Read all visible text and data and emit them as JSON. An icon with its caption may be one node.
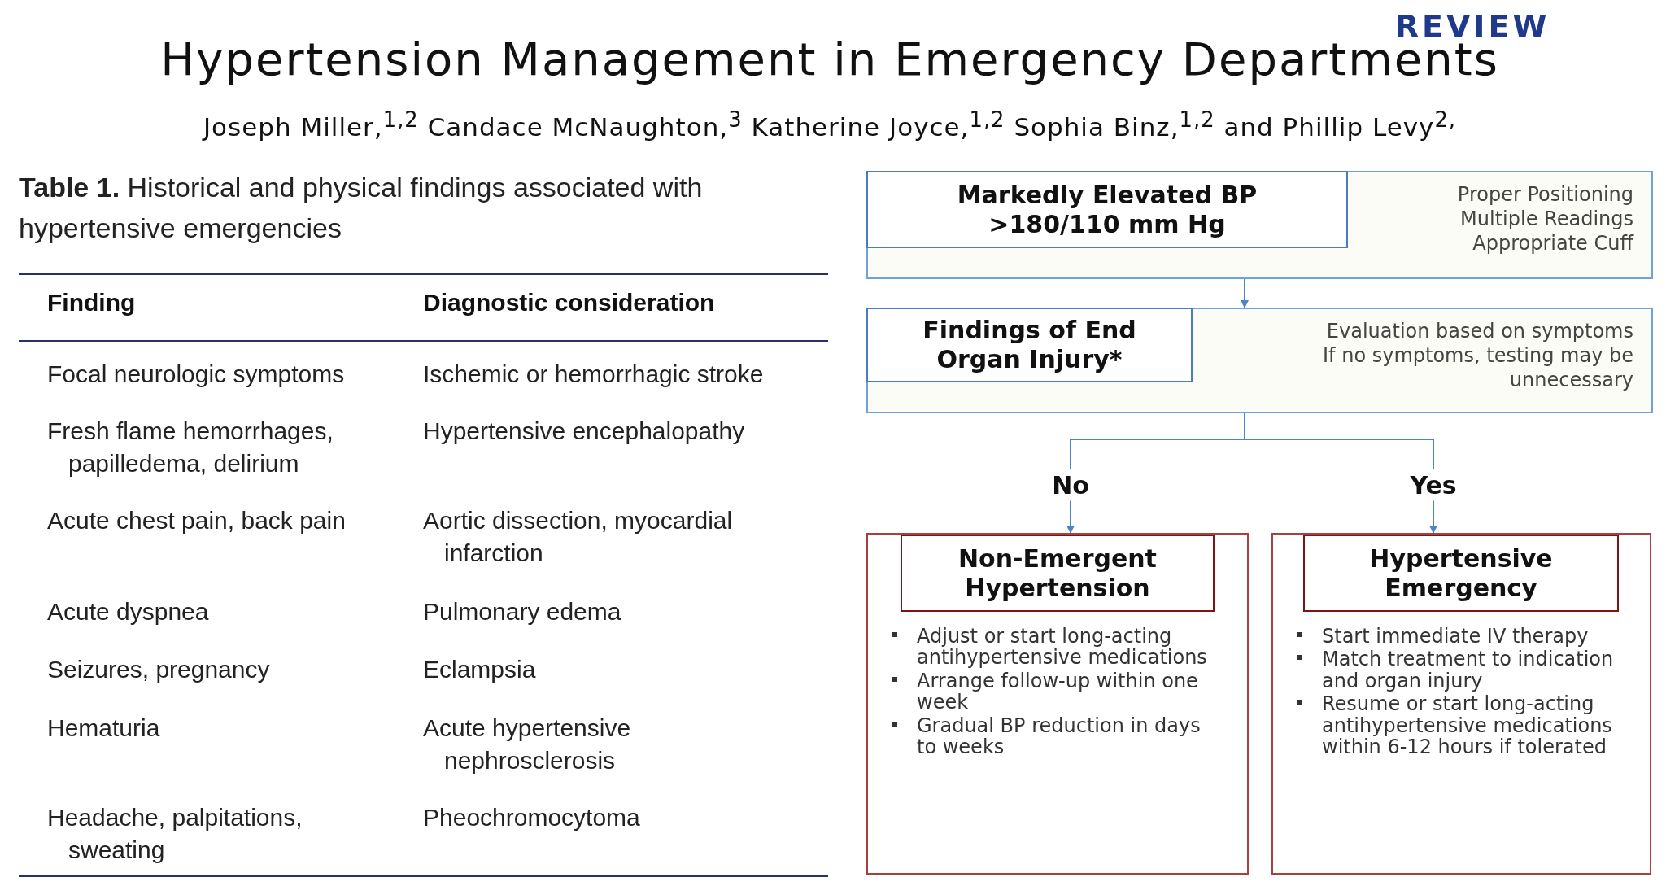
{
  "diagram": {
    "title": "Hypertension Management in Emergency Departments",
    "nodes": [
      {
        "text": [
          "Proper Positioning",
          "Multiple Readings",
          "Appropriate Cuff"
        ]
      },
      {
        "text": [
          "Markedly Elevated BP >180/110 mm Hg"
        ],
        "in": 0
      },
      {
        "text": [
          "Evaluation based on symptoms",
          "If no symptoms, testing may be unnecessary"
        ]
      },
      {
        "text": [
          "Findings of End Organ Injury*"
        ],
        "in": 2
      },
      {
        "text": [
          "Adjust or start long-acting antihypertensive medications",
          "Arrange follow-up within one week",
          "Gradual BP reduction in days to weeks"
        ]
      },
      {
        "text": [
          "Non-Emergent Hypertension"
        ],
        "in": 4
      },
      {
        "text": [
          "Start immediate IV therapy",
          "Match treatment to indication and organ injury",
          "Resume or start long-acting antihypertensive medications within 6-12 hours if tolerated"
        ]
      },
      {
        "text": [
          "Hypertensive Emergency"
        ],
        "in": 6
      }
    ],
    "edges": [
      {
        "from": 0,
        "to": 2,
        "arrow": "to"
      },
      {
        "from": 2,
        "to": 4,
        "label": "No",
        "arrow": "to"
      },
      {
        "from": 2,
        "to": 6,
        "label": "Yes",
        "arrow": "to"
      }
    ],
    "labels": [
      "REVIEW",
      "Joseph Miller,$^{1,2}$ Candace McNaughton,$^{3}$ Katherine Joyce,$^{1,2}$ Sophia Binz,$^{1,2}$ and Phillip Levy$^{2,}$",
      "**Table 1.**  Historical and physical findings associated with hypertensive emergencies",
      "Finding",
      "Diagnostic consideration",
      "Focal neurologic symptoms",
      "Ischemic or hemorrhagic stroke",
      "Fresh flame hemorrhages, papilledema, delirium",
      "Hypertensive encephalopathy",
      "Acute chest pain, back pain",
      "Aortic dissection, myocardial infarction",
      "Acute dyspnea",
      "Pulmonary edema",
      "Seizures, pregnancy",
      "Eclampsia",
      "Hematuria",
      "Acute hypertensive nephrosclerosis",
      "Headache, palpitations, sweating",
      "Pheochromocytoma"
    ]
  }
}
